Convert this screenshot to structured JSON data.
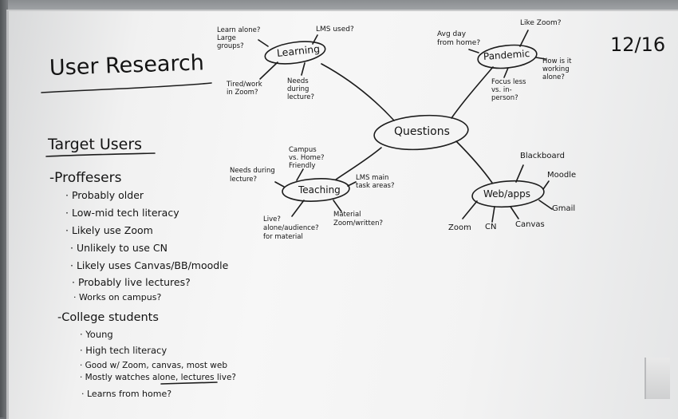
{
  "date": "12/16",
  "title": "User Research",
  "target_users": {
    "heading": "Target Users",
    "professors": {
      "label": "-Proffesers",
      "items": [
        "· Probably older",
        "· Low-mid tech literacy",
        "· Likely use Zoom",
        "· Unlikely to use CN",
        "· Likely uses Canvas/BB/moodle",
        "· Probably live lectures?",
        "· Works on campus?"
      ]
    },
    "students": {
      "label": "-College students",
      "items": [
        "· Young",
        "· High tech literacy",
        "· Good w/ Zoom, canvas, most web",
        "· Mostly watches alone, lectures live?",
        "· Learns from home?"
      ]
    }
  },
  "mindmap": {
    "center": "Questions",
    "learning": {
      "label": "Learning",
      "notes": [
        "Learn alone? Large groups?",
        "LMS used?",
        "Tired/work in Zoom?",
        "Needs during lecture?"
      ]
    },
    "pandemic": {
      "label": "Pandemic",
      "notes": [
        "Avg day from home?",
        "Like Zoom?",
        "How is it working alone?",
        "Focus less vs. in-person?"
      ]
    },
    "teaching": {
      "label": "Teaching",
      "notes": [
        "Campus vs. Home? Friendly",
        "Needs during lecture?",
        "LMS main task areas?",
        "Live? alone/audience? for material",
        "Material Zoom/written?"
      ]
    },
    "web_apps": {
      "label": "Web/apps",
      "notes": [
        "Blackboard",
        "Moodle",
        "Gmail",
        "Canvas",
        "CN",
        "Zoom"
      ]
    }
  }
}
